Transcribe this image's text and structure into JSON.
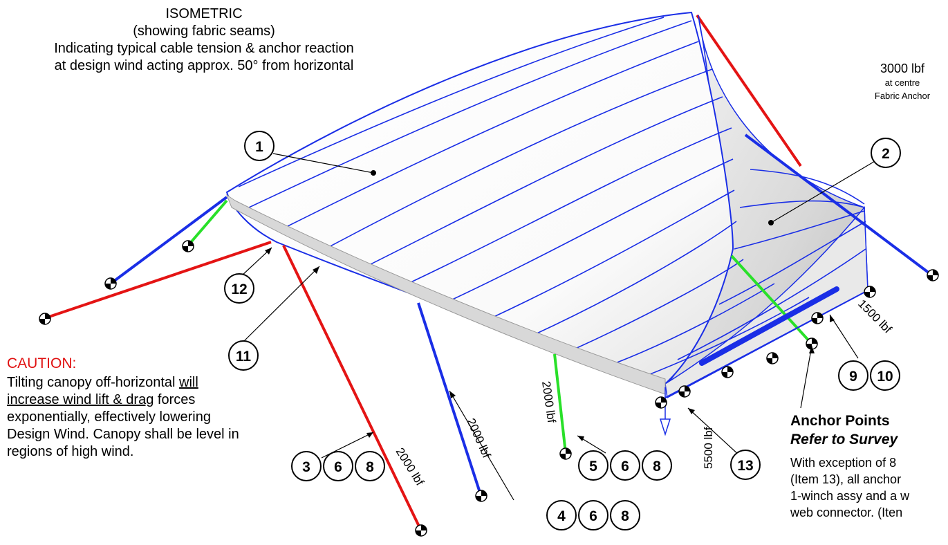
{
  "header": {
    "line1": "ISOMETRIC",
    "line2": "(showing fabric seams)",
    "line3": "Indicating typical cable tension & anchor reaction",
    "line4": "at design wind acting approx. 50° from horizontal"
  },
  "caution": {
    "title": "CAUTION:",
    "line1": "Tilting canopy off-horizontal ",
    "line1_underlined": "will",
    "line2_underlined": "increase wind lift & drag",
    "line2_rest": " forces",
    "line3": "exponentially, effectively lowering",
    "line4": "Design Wind.  Canopy shall be level in",
    "line5": "regions of high wind."
  },
  "anchor_note": {
    "title": "Anchor Points",
    "subtitle": "Refer to Survey",
    "line1": "With exception of 8",
    "line2": "(Item 13), all anchor",
    "line3": "1-winch assy and a w",
    "line4": "web connector. (Iten"
  },
  "loads": {
    "top_force": "3000 lbf",
    "top_sub1": "at centre",
    "top_sub2": "Fabric Anchor",
    "right_end": "1500 lbf",
    "front_left": "2000 lbf",
    "front_mid": "2000 lbf",
    "front_center": "2000 lbf",
    "front_corner": "5500 lbf"
  },
  "callouts": {
    "c1": "1",
    "c2": "2",
    "c3": "3",
    "c4": "4",
    "c5": "5",
    "c6": "6",
    "c8": "8",
    "c9": "9",
    "c10": "10",
    "c11": "11",
    "c12": "12",
    "c13": "13"
  },
  "colors": {
    "tension_high": "#e41414",
    "tension_mid": "#1a2ee6",
    "tension_low": "#29e029",
    "seam": "#1a2ee6",
    "caution": "#e01010"
  }
}
